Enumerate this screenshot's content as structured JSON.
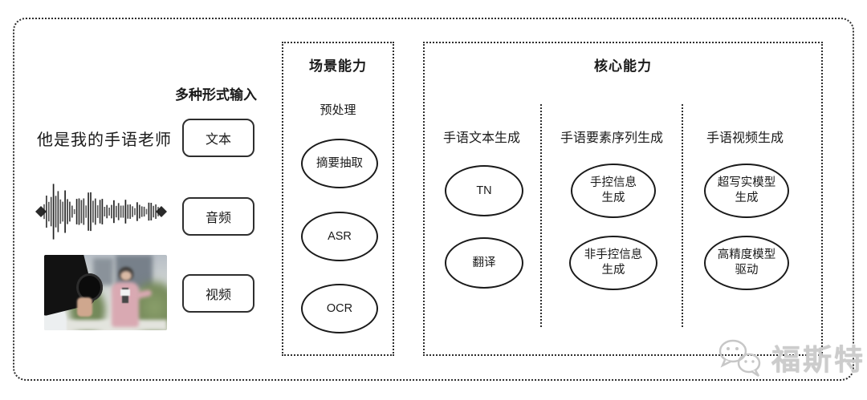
{
  "diagram": {
    "input_section": {
      "heading": "多种形式输入",
      "text_example": "他是我的手语老师",
      "items": [
        {
          "label": "文本"
        },
        {
          "label": "音频"
        },
        {
          "label": "视频"
        }
      ]
    },
    "scene_box": {
      "title": "场景能力",
      "subtitle": "预处理",
      "nodes": [
        "摘要抽取",
        "ASR",
        "OCR"
      ]
    },
    "core_box": {
      "title": "核心能力",
      "columns": [
        {
          "header": "手语文本生成",
          "nodes": [
            "TN",
            "翻译"
          ]
        },
        {
          "header": "手语要素序列生成",
          "nodes": [
            "手控信息\n生成",
            "非手控信息\n生成"
          ]
        },
        {
          "header": "手语视频生成",
          "nodes": [
            "超写实模型\n生成",
            "高精度模型\n驱动"
          ]
        }
      ]
    },
    "watermark": {
      "text": "福斯特"
    },
    "colors": {
      "stroke": "#1a1a1a",
      "dotted_border": "#2e2e2e",
      "watermark": "#cccccc",
      "background": "#ffffff"
    }
  }
}
